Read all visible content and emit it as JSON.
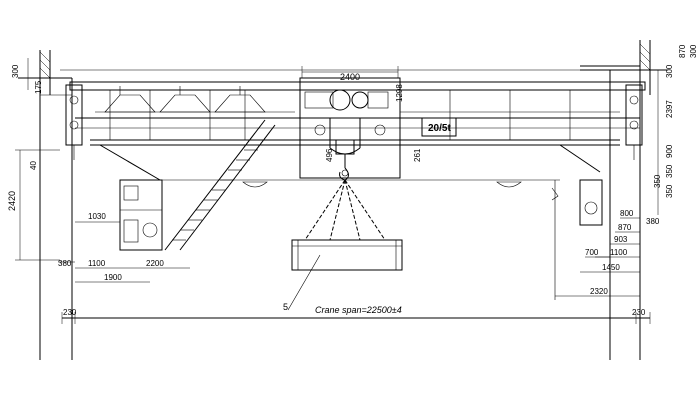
{
  "labels": {
    "span": "Crane span=22500±4",
    "capacity": "20/5t",
    "part_number": "5"
  },
  "dims": {
    "top_trolley": "2400",
    "top_left": "300",
    "top_left_small": "175",
    "right_top_a": "870",
    "right_top_b": "300",
    "right_300": "300",
    "right_2397": "2397",
    "right_900": "900",
    "right_350a": "350",
    "right_350b": "350",
    "right_350c": "350",
    "right_800": "800",
    "right_380": "380",
    "right_870": "870",
    "right_903": "903",
    "right_700": "700",
    "right_1100": "1100",
    "right_1450": "1450",
    "right_2320": "2320",
    "left_40": "40",
    "left_2420": "2420",
    "left_1030": "1030",
    "left_380": "380",
    "left_1100": "1100",
    "left_2200": "2200",
    "left_1900": "1900",
    "mid_496": "496",
    "mid_261": "261",
    "mid_1298": "1298",
    "end_230_left": "230",
    "end_230_right": "230"
  }
}
